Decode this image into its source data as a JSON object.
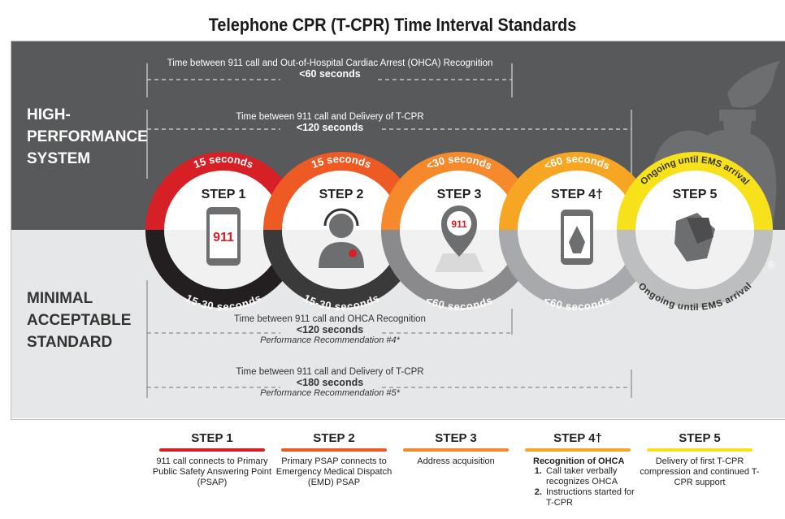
{
  "title": "Telephone CPR (T-CPR) Time Interval Standards",
  "sections": {
    "high": "HIGH-PERFORMANCE SYSTEM",
    "high_lines": [
      "HIGH-",
      "PERFORMANCE",
      "SYSTEM"
    ],
    "minimal_lines": [
      "MINIMAL",
      "ACCEPTABLE",
      "STANDARD"
    ]
  },
  "intervals": {
    "high_recognition": {
      "label": "Time between 911 call and Out-of-Hospital Cardiac Arrest (OHCA) Recognition",
      "value": "<60 seconds"
    },
    "high_delivery": {
      "label": "Time between 911 call and Delivery of T-CPR",
      "value": "<120 seconds"
    },
    "min_recognition": {
      "label": "Time between 911 call and OHCA Recognition",
      "value": "<120 seconds",
      "rec": "Performance Recommendation #4*"
    },
    "min_delivery": {
      "label": "Time between 911 call and Delivery of T-CPR",
      "value": "<180 seconds",
      "rec": "Performance Recommendation #5*"
    }
  },
  "steps": [
    {
      "name": "STEP 1",
      "top": "15 seconds",
      "bottom": "15-30 seconds",
      "color": "#d71f26",
      "icon_text": "911",
      "icon": "phone-icon"
    },
    {
      "name": "STEP 2",
      "top": "15 seconds",
      "bottom": "15-30 seconds",
      "color": "#ee5a24",
      "icon": "dispatcher-icon"
    },
    {
      "name": "STEP 3",
      "top": "<30 seconds",
      "bottom": "<60 seconds",
      "color": "#f5892b",
      "icon_text": "911",
      "icon": "map-pin-icon"
    },
    {
      "name": "STEP 4†",
      "top": "<60 seconds",
      "bottom": "<60 seconds",
      "color": "#f6a623",
      "icon": "phone-hands-icon"
    },
    {
      "name": "STEP 5",
      "top": "Ongoing until EMS arrival",
      "bottom": "Ongoing until EMS arrival",
      "color": "#f7e11a",
      "icon": "cpr-hands-icon"
    }
  ],
  "registered_mark": "®",
  "legend": [
    {
      "step": "STEP 1",
      "desc": "911 call connects to Primary Public Safety Answering Point (PSAP)"
    },
    {
      "step": "STEP 2",
      "desc": "Primary PSAP connects to Emergency Medical Dispatch (EMD) PSAP"
    },
    {
      "step": "STEP 3",
      "desc": "Address acquisition"
    },
    {
      "step": "STEP 4†",
      "desc_title": "Recognition of OHCA",
      "items": [
        "Call taker verbally recognizes OHCA",
        "Instructions started for T-CPR"
      ]
    },
    {
      "step": "STEP 5",
      "desc": "Delivery of first T-CPR compression and continued T-CPR support"
    }
  ]
}
